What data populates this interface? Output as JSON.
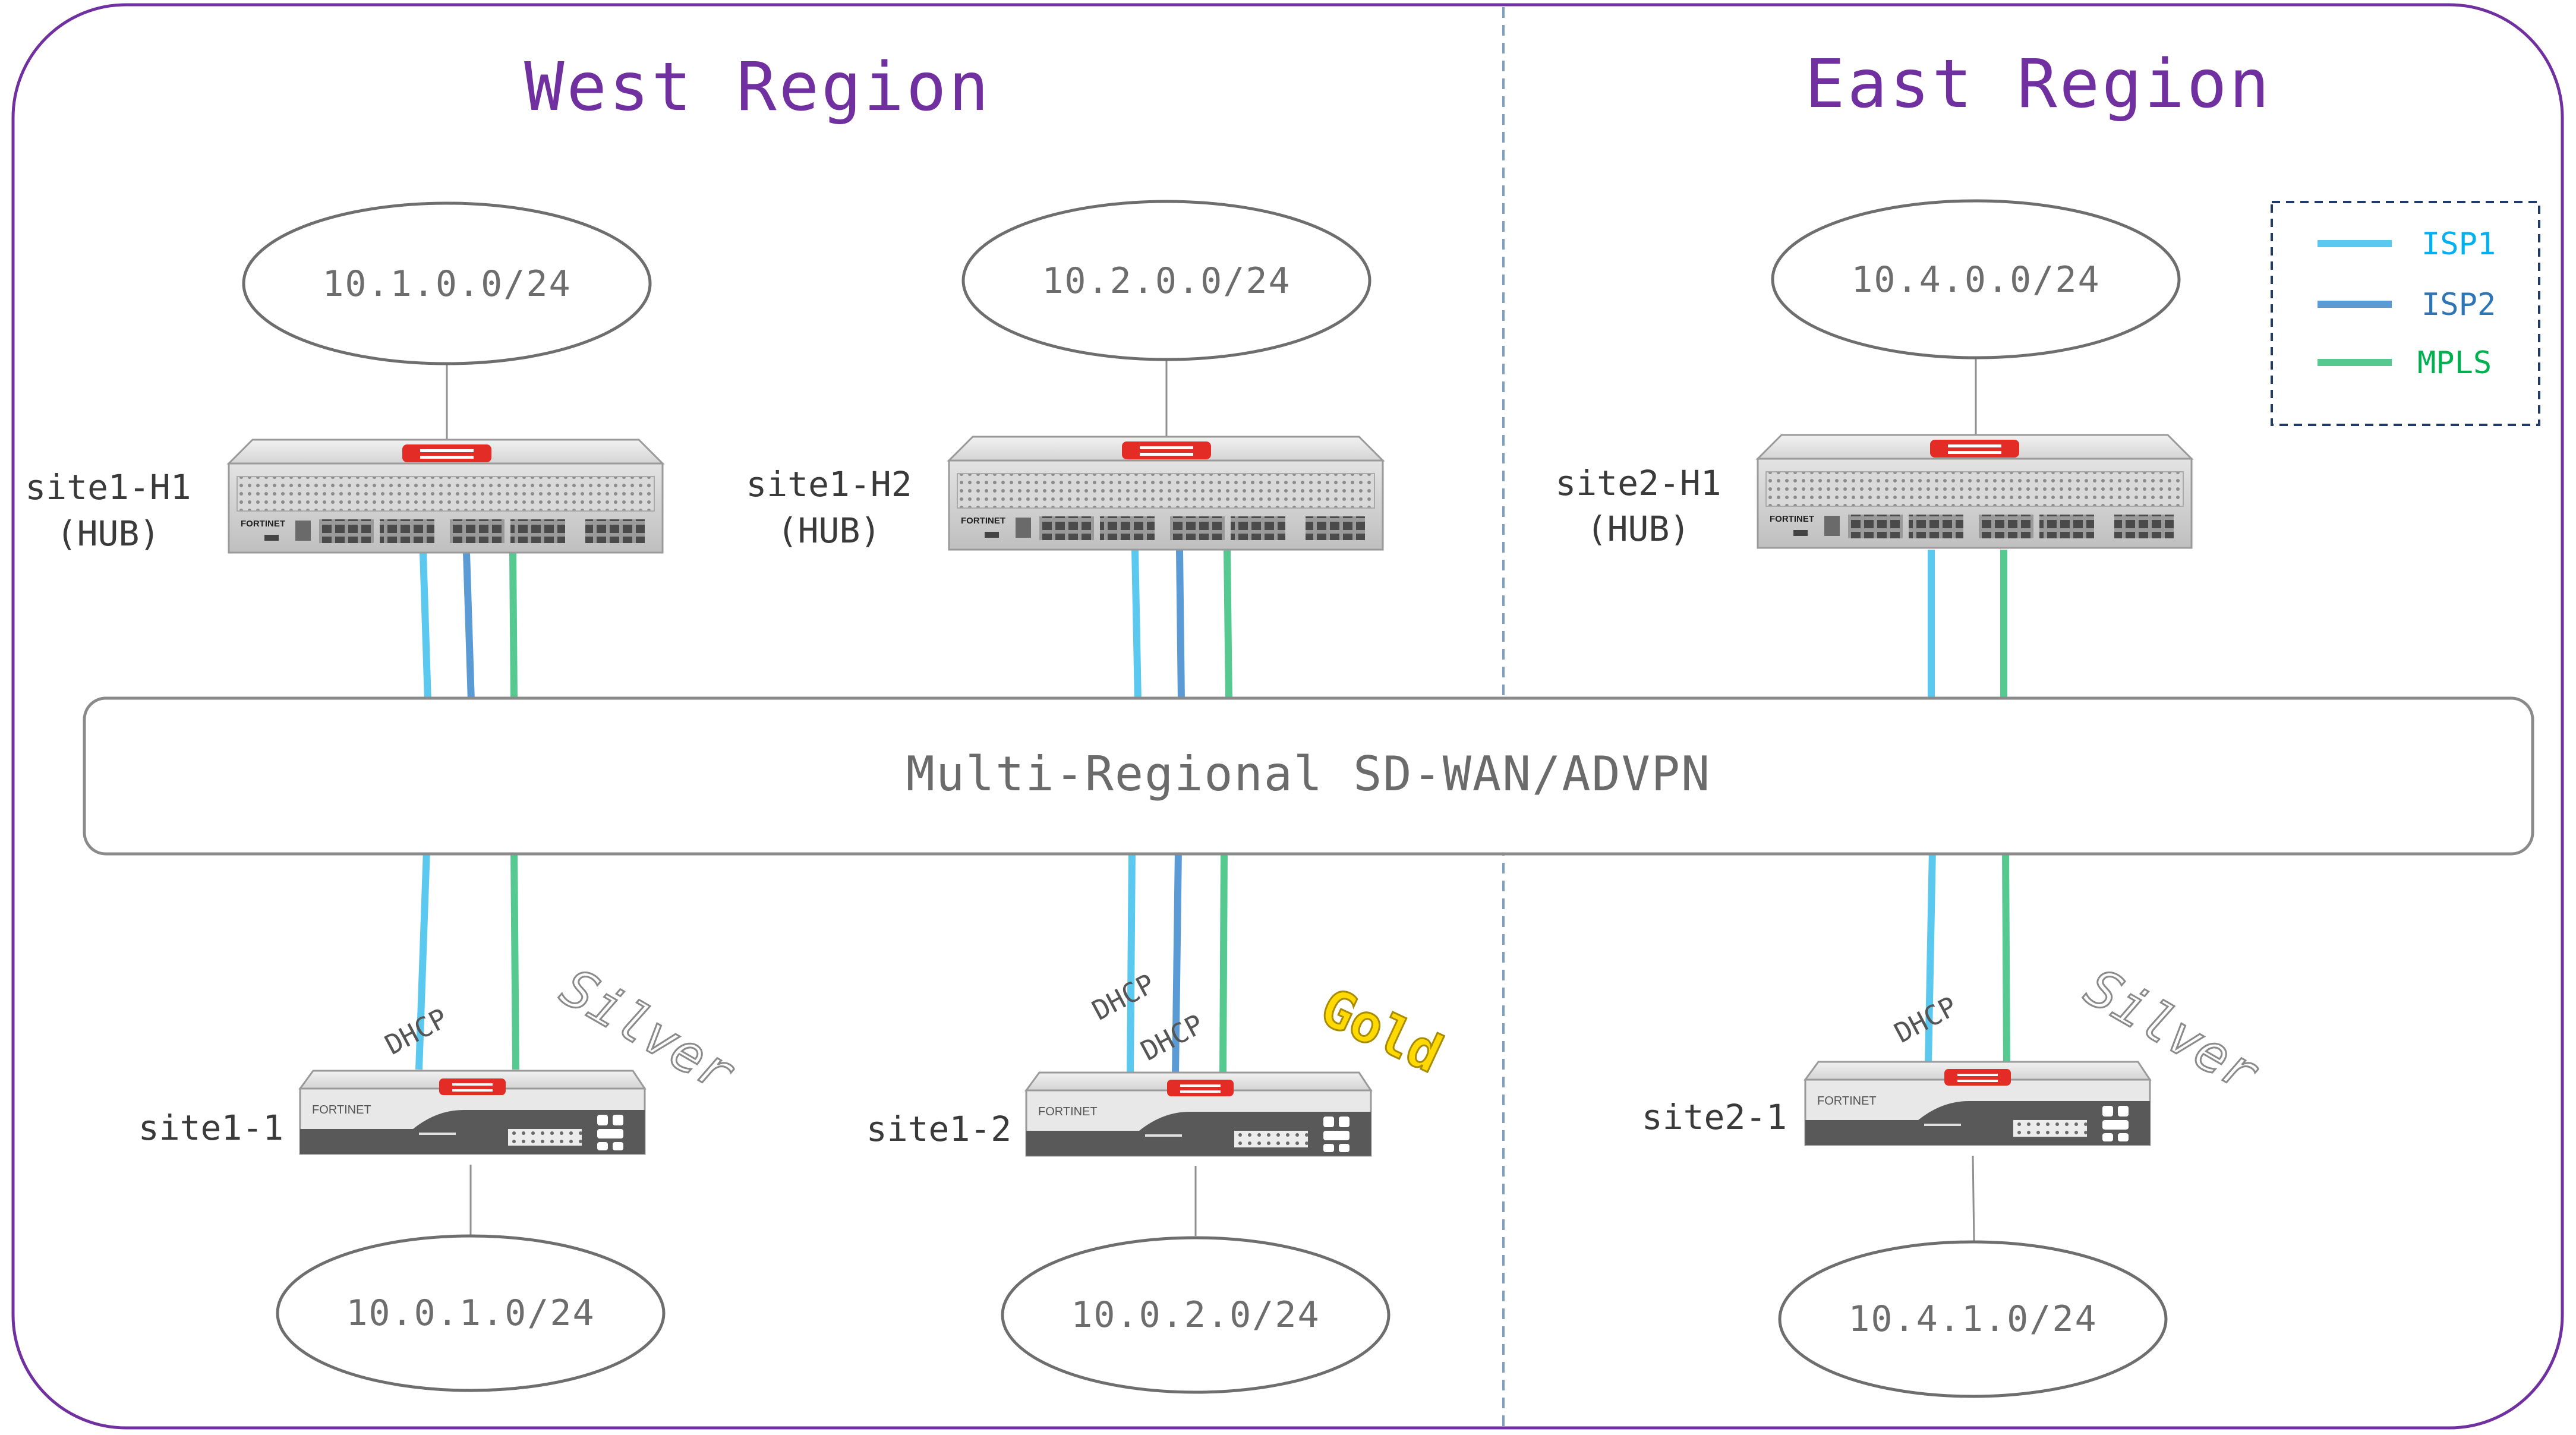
{
  "regions": {
    "west": {
      "title": "West Region"
    },
    "east": {
      "title": "East Region"
    }
  },
  "overlay": {
    "label": "Multi-Regional SD-WAN/ADVPN"
  },
  "legend": {
    "items": [
      {
        "label": "ISP1",
        "color": "#5bc8f0"
      },
      {
        "label": "ISP2",
        "color": "#5b9bd5"
      },
      {
        "label": "MPLS",
        "color": "#55c98f"
      }
    ],
    "text_colors": {
      "ISP1": "#00b0f0",
      "ISP2": "#2e75b6",
      "MPLS": "#00b050"
    }
  },
  "hubs": {
    "h1": {
      "name": "site1-H1",
      "role": "(HUB)",
      "subnet": "10.1.0.0/24"
    },
    "h2": {
      "name": "site1-H2",
      "role": "(HUB)",
      "subnet": "10.2.0.0/24"
    },
    "h3": {
      "name": "site2-H1",
      "role": "(HUB)",
      "subnet": "10.4.0.0/24"
    }
  },
  "branches": {
    "b1": {
      "name": "site1-1",
      "subnet": "10.0.1.0/24",
      "tier": "Silver",
      "dhcp": [
        "DHCP"
      ]
    },
    "b2": {
      "name": "site1-2",
      "subnet": "10.0.2.0/24",
      "tier": "Gold",
      "dhcp": [
        "DHCP",
        "DHCP"
      ]
    },
    "b3": {
      "name": "site2-1",
      "subnet": "10.4.1.0/24",
      "tier": "Silver",
      "dhcp": [
        "DHCP"
      ]
    }
  },
  "device_brand": "FORTINET",
  "colors": {
    "region_title": "#7030a0",
    "frame": "#7030a0",
    "gold": "#ffd900"
  }
}
